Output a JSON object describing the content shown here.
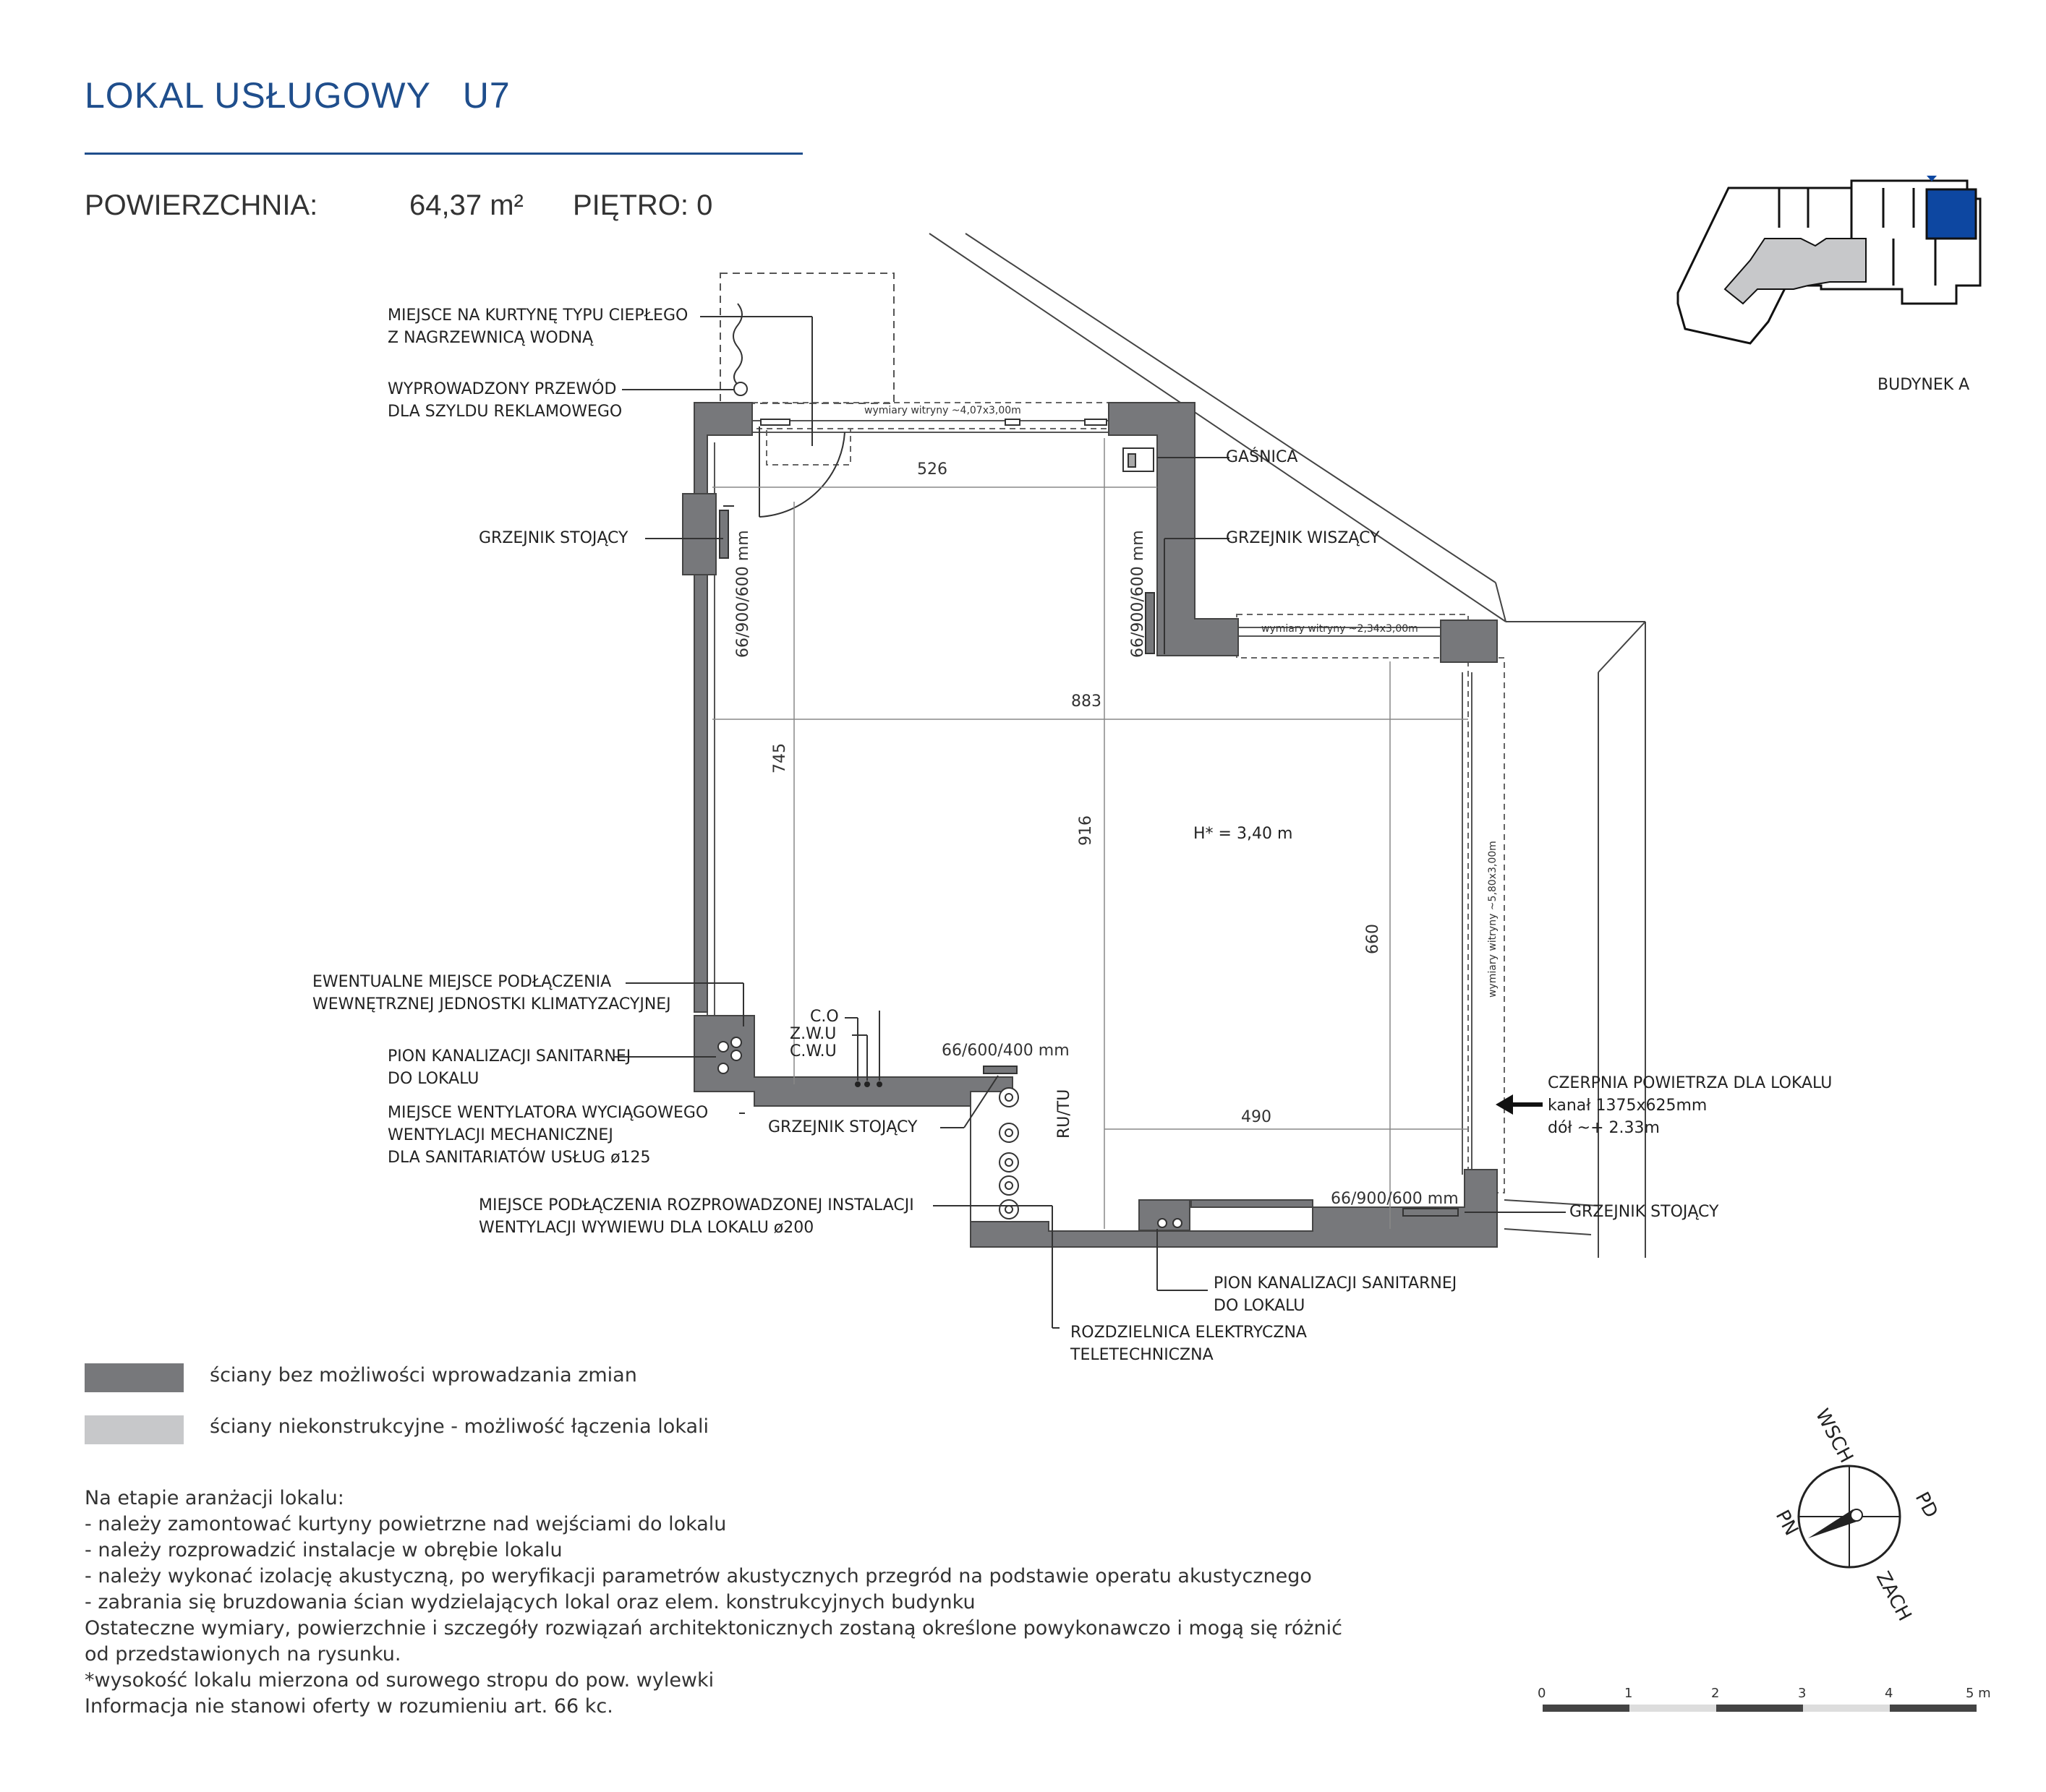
{
  "header": {
    "title": "LOKAL USŁUGOWY   U7",
    "area_label": "POWIERZCHNIA:",
    "area_value": "64,37 m²",
    "floor_label": "PIĘTRO: 0"
  },
  "keyplan": {
    "label": "BUDYNEK A"
  },
  "labels": {
    "curtain_1": "MIEJSCE NA KURTYNĘ TYPU CIEPŁEGO",
    "curtain_2": "Z NAGRZEWNICĄ WODNĄ",
    "sign_1": "WYPROWADZONY PRZEWÓD",
    "sign_2": "DLA SZYLDU REKLAMOWEGO",
    "radiator_standing_left": "GRZEJNIK STOJĄCY",
    "extinguisher": "GAŚNICA",
    "radiator_hanging": "GRZEJNIK WISZĄCY",
    "ac_1": "EWENTUALNE MIEJSCE PODŁĄCZENIA",
    "ac_2": "WEWNĘTRZNEJ JEDNOSTKI KLIMATYZACYJNEJ",
    "sewer_left_1": "PION KANALIZACJI SANITARNEJ",
    "sewer_left_2": "DO LOKALU",
    "fan_1": "MIEJSCE WENTYLATORA WYCIĄGOWEGO",
    "fan_2": "WENTYLACJI MECHANICZNEJ",
    "fan_3": "DLA SANITARIATÓW USŁUG ø125",
    "co": "C.O",
    "zwu": "Z.W.U",
    "cwu": "C.W.U",
    "radiator_standing_mid": "GRZEJNIK STOJĄCY",
    "vent_1": "MIEJSCE PODŁĄCZENIA ROZPROWADZONEJ INSTALACJI",
    "vent_2": "WENTYLACJI WYWIEWU DLA LOKALU ø200",
    "sewer_mid_1": "PION KANALIZACJI SANITARNEJ",
    "sewer_mid_2": "DO LOKALU",
    "elec_1": "ROZDZIELNICA ELEKTRYCZNA",
    "elec_2": "TELETECHNICZNA",
    "intake_1": "CZERPNIA POWIETRZA DLA LOKALU",
    "intake_2": "kanał 1375x625mm",
    "intake_3": "dół ~+ 2.33m",
    "radiator_standing_right": "GRZEJNIK STOJĄCY",
    "height": "H* = 3,40 m",
    "rutu": "RU/TU"
  },
  "dimensions": {
    "d526": "526",
    "d883": "883",
    "d745": "745",
    "d916": "916",
    "d660": "660",
    "d490": "490",
    "rad_left": "66/900/600 mm",
    "rad_right_top": "66/900/600 mm",
    "rad_mid": "66/600/400 mm",
    "rad_bottom_right": "66/900/600 mm",
    "window_top": "wymiary witryny ~4,07x3,00m",
    "window_mid": "wymiary witryny ~2,34x3,00m",
    "window_right": "wymiary witryny ~5,80x3,00m"
  },
  "legend": {
    "structural": {
      "text": "ściany bez możliwości wprowadzania zmian",
      "color": "#77787b"
    },
    "partition": {
      "text": "ściany niekonstrukcyjne - możliwość łączenia lokali",
      "color": "#c7c8ca"
    }
  },
  "notes": [
    "Na etapie aranżacji lokalu:",
    "- należy zamontować kurtyny powietrzne nad wejściami do lokalu",
    "- należy rozprowadzić instalacje w obrębie lokalu",
    "- należy wykonać izolację akustyczną, po weryfikacji parametrów akustycznych przegród na podstawie operatu akustycznego",
    "- zabrania się bruzdowania ścian wydzielających lokal oraz elem. konstrukcyjnych budynku",
    "Ostateczne wymiary, powierzchnie i szczegóły rozwiązań architektonicznych zostaną określone powykonawczo i mogą się różnić",
    "od przedstawionych na rysunku.",
    "*wysokość lokalu mierzona od surowego stropu do pow. wylewki",
    "Informacja nie stanowi oferty w rozumieniu art. 66 kc."
  ],
  "compass": {
    "wsch": "WSCH",
    "pd": "PD",
    "zach": "ZACH",
    "pn": "PN"
  },
  "scale": {
    "t0": "0",
    "t1": "1",
    "t2": "2",
    "t3": "3",
    "t4": "4",
    "t5": "5 m"
  },
  "colors": {
    "accent": "#1f4e8c",
    "wall": "#77787b",
    "partition": "#c7c8ca",
    "unit_highlight": "#0d47a1"
  }
}
